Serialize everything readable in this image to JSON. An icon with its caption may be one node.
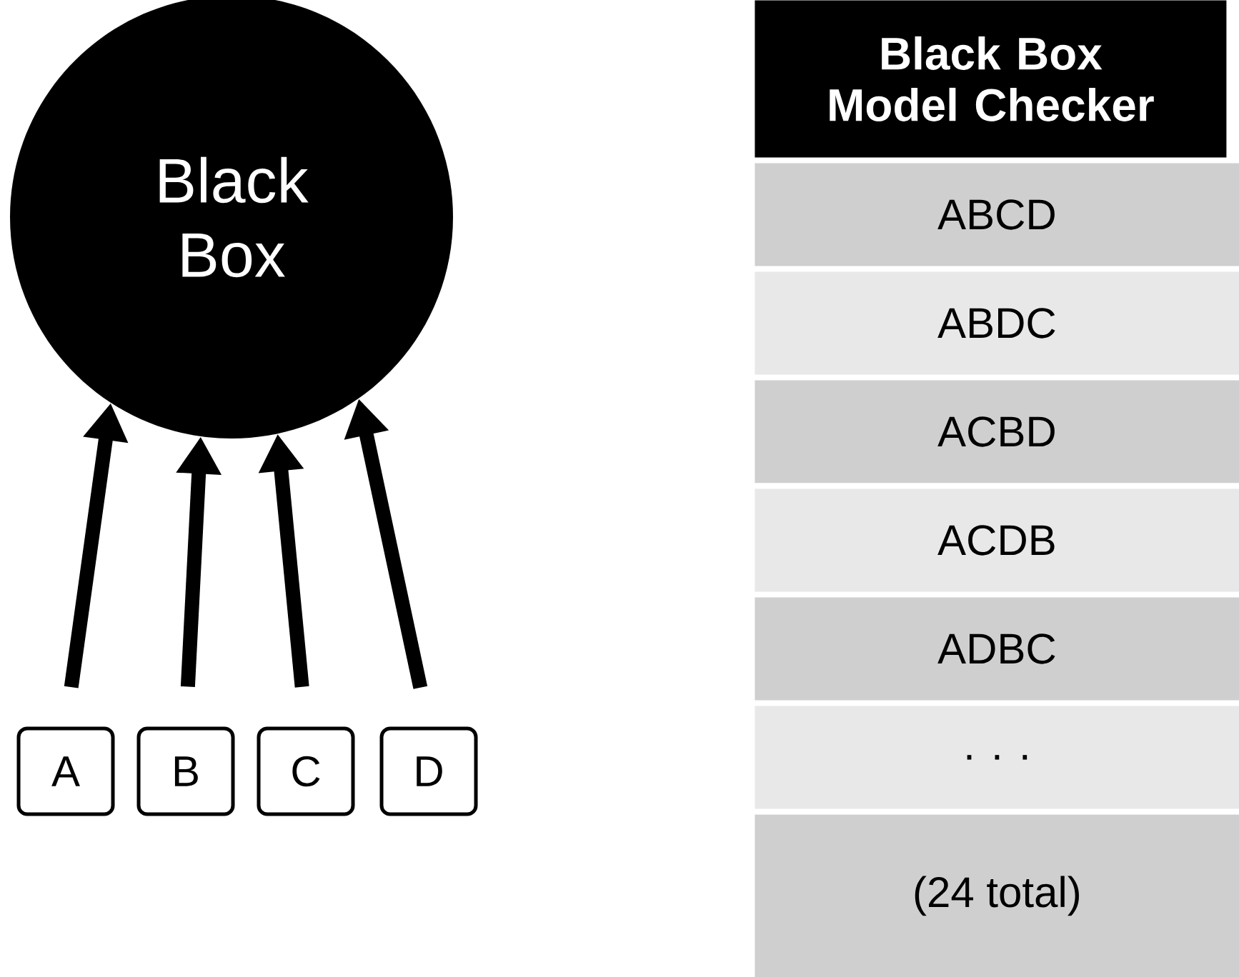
{
  "diagram": {
    "nodes": [
      {
        "text": [
          "Black Box"
        ]
      },
      {
        "text": [
          "A"
        ]
      },
      {
        "text": [
          "B"
        ]
      },
      {
        "text": [
          "C"
        ]
      },
      {
        "text": [
          "D"
        ]
      }
    ],
    "edges": [
      {
        "from": 1,
        "to": 0,
        "arrow": "to"
      },
      {
        "from": 2,
        "to": 0,
        "arrow": "to"
      },
      {
        "from": 3,
        "to": 0,
        "arrow": "to"
      },
      {
        "from": 4,
        "to": 0,
        "arrow": "to"
      }
    ],
    "labels": [
      "Black Box Model Checker",
      "ABCD",
      "ABDC",
      "ACBD",
      "ACDB",
      "ADBC",
      ". . .",
      "(24 total)"
    ]
  }
}
